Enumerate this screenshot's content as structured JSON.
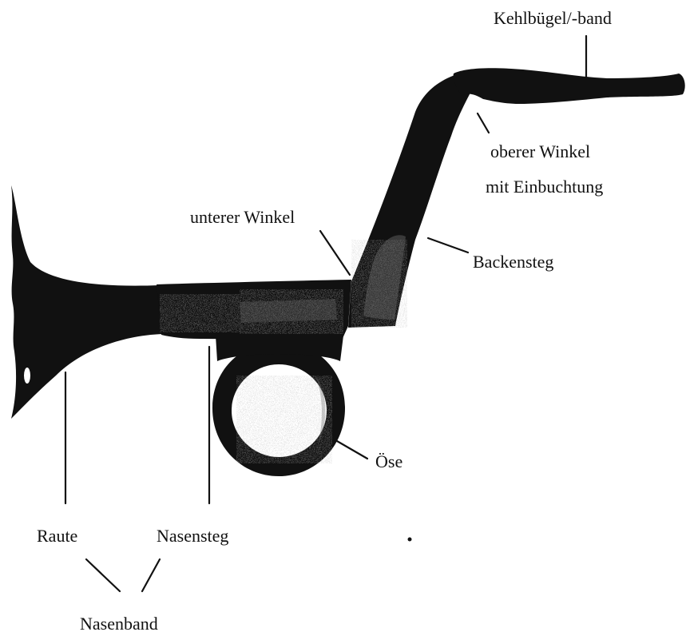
{
  "labels": {
    "kehlbuegel": "Kehlbügel/-band",
    "oberer_winkel_line1": "oberer Winkel",
    "oberer_winkel_line2": "mit Einbuchtung",
    "unterer_winkel": "unterer Winkel",
    "backensteg": "Backensteg",
    "oese": "Öse",
    "raute": "Raute",
    "nasensteg": "Nasensteg",
    "nasenband": "Nasenband"
  },
  "colors": {
    "object": "#111111",
    "object_highlight": "#6b6b6b",
    "background": "#ffffff"
  }
}
